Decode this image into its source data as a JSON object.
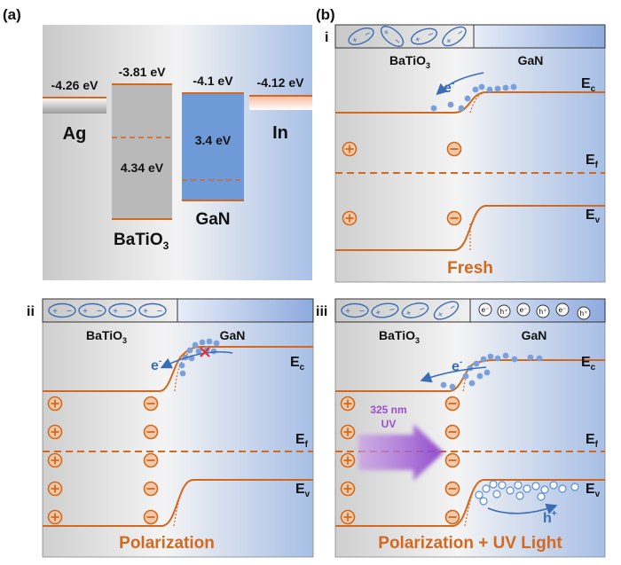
{
  "panel_labels": {
    "a": "(a)",
    "b": "(b)",
    "i": "i",
    "ii": "ii",
    "iii": "iii"
  },
  "panel_a": {
    "ag": {
      "name": "Ag",
      "value": "-4.26 eV"
    },
    "batio3": {
      "name": "BaTiO3",
      "top_value": "-3.81 eV",
      "gap": "4.34 eV"
    },
    "gan": {
      "name": "GaN",
      "top_value": "-4.1 eV",
      "gap": "3.4 eV"
    },
    "in": {
      "name": "In",
      "value": "-4.12 eV"
    }
  },
  "bands": {
    "ec": "E",
    "ec_sub": "c",
    "ef": "E",
    "ef_sub": "f",
    "ev": "E",
    "ev_sub": "v"
  },
  "materials": {
    "batio3": "BaTiO3",
    "gan": "GaN"
  },
  "carriers": {
    "electron": "e",
    "electron_sup": "-",
    "hole": "h",
    "hole_sup": "+"
  },
  "plus_sign": "+",
  "minus_sign": "−",
  "uv": {
    "line1": "325 nm",
    "line2": "UV"
  },
  "captions": {
    "i": "Fresh",
    "ii": "Polarization",
    "iii": "Polarization + UV Light"
  },
  "colors": {
    "band": "#d2691e",
    "gan_blue": "#5b8fd6",
    "arrow_blue": "#3a6db5",
    "uv_purple": "#9b4fd0"
  }
}
